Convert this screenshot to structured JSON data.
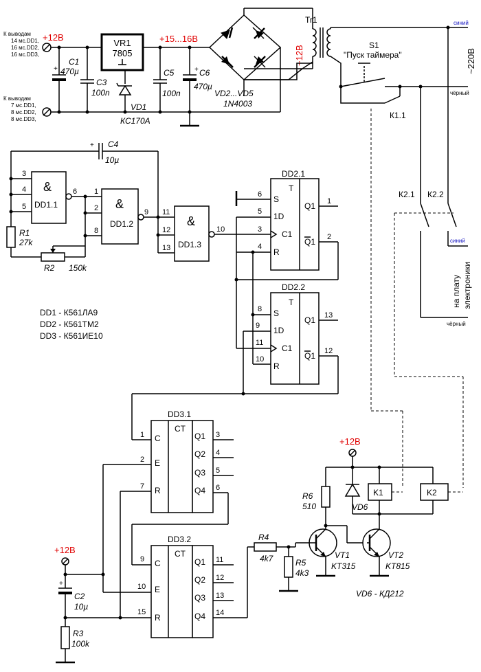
{
  "power": {
    "plus12_top": "+12В",
    "note_pins_plus": [
      "К выводам",
      "14 мс.DD1,",
      "16 мс.DD2,",
      "16 мс.DD3,"
    ],
    "note_pins_gnd": [
      "К выводам",
      "7 мс.DD1,",
      "8 мс.DD2,",
      "8 мс.DD3,"
    ],
    "vr1": {
      "ref": "VR1",
      "value": "7805"
    },
    "c1": {
      "ref": "C1",
      "value": "470µ"
    },
    "c3": {
      "ref": "C3",
      "value": "100n"
    },
    "c5": {
      "ref": "C5",
      "value": "100n"
    },
    "c6": {
      "ref": "C6",
      "value": "470µ"
    },
    "vd1": {
      "ref": "VD1",
      "value": "КС170А"
    },
    "v_range": "+15...16В",
    "bridge": {
      "ref": "VD2...VD5",
      "value": "1N4003"
    },
    "ac12": "~12В",
    "tr1": "Tr1",
    "ac220": "~220В",
    "wire_blue_1": "синий",
    "wire_black_1": "чёрный",
    "wire_blue_2": "синий",
    "wire_black_2": "чёрный",
    "s1": {
      "ref": "S1",
      "label": "\"Пуск таймера\""
    },
    "k11": "К1.1",
    "k21": "К2.1",
    "k22": "К2.2",
    "to_board": [
      "на плату",
      "электроники"
    ]
  },
  "logic": {
    "dd1_1": {
      "ref": "DD1.1",
      "sym": "&",
      "pins": [
        "3",
        "4",
        "5",
        "6"
      ]
    },
    "dd1_2": {
      "ref": "DD1.2",
      "sym": "&",
      "pins": [
        "1",
        "2",
        "8",
        "9"
      ]
    },
    "dd1_3": {
      "ref": "DD1.3",
      "sym": "&",
      "pins": [
        "11",
        "12",
        "13",
        "10"
      ]
    },
    "c4": {
      "ref": "C4",
      "value": "10µ"
    },
    "r1": {
      "ref": "R1",
      "value": "27k"
    },
    "r2": {
      "ref": "R2",
      "value": "150k"
    },
    "dd2_1": {
      "ref": "DD2.1",
      "T": "T",
      "pins": {
        "S": "6",
        "D": "5",
        "C": "3",
        "R": "4",
        "Q": "1",
        "nQ": "2"
      }
    },
    "dd2_2": {
      "ref": "DD2.2",
      "T": "T",
      "pins": {
        "S": "8",
        "D": "9",
        "C": "11",
        "R": "10",
        "Q": "13",
        "nQ": "12"
      }
    },
    "ff_labels": {
      "S": "S",
      "D": "1D",
      "C": "C1",
      "R": "R",
      "Q": "Q1",
      "nQ": "Q1"
    },
    "legend": [
      "DD1 - К561ЛА9",
      "DD2 - К561ТМ2",
      "DD3 - К561ИЕ10"
    ],
    "dd3_1": {
      "ref": "DD3.1",
      "ct": "CT",
      "in_pins": [
        "1",
        "2",
        "7"
      ],
      "out_pins": [
        "3",
        "4",
        "5",
        "6"
      ]
    },
    "dd3_2": {
      "ref": "DD3.2",
      "ct": "CT",
      "in_pins": [
        "9",
        "10",
        "15"
      ],
      "out_pins": [
        "11",
        "12",
        "13",
        "14"
      ]
    },
    "ct_in": [
      "C",
      "E",
      "R"
    ],
    "ct_out": [
      "Q1",
      "Q2",
      "Q3",
      "Q4"
    ]
  },
  "driver": {
    "plus12_mid": "+12В",
    "plus12_bot": "+12В",
    "r6": {
      "ref": "R6",
      "value": "510"
    },
    "vd6": "VD6",
    "k1": "K1",
    "k2": "K2",
    "r4": {
      "ref": "R4",
      "value": "4k7"
    },
    "r5": {
      "ref": "R5",
      "value": "4k3"
    },
    "vt1": {
      "ref": "VT1",
      "value": "KT315"
    },
    "vt2": {
      "ref": "VT2",
      "value": "KT815"
    },
    "vd6_note": "VD6 - КД212",
    "c2": {
      "ref": "C2",
      "value": "10µ"
    },
    "r3": {
      "ref": "R3",
      "value": "100k"
    }
  }
}
